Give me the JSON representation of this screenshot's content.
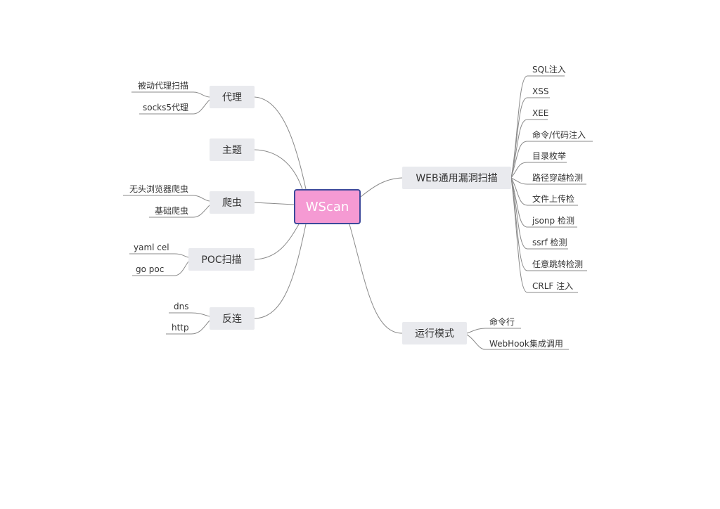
{
  "root": {
    "label": "WScan"
  },
  "left_branches": [
    {
      "label": "代理",
      "children": [
        "被动代理扫描",
        "socks5代理"
      ]
    },
    {
      "label": "主题",
      "children": []
    },
    {
      "label": "爬虫",
      "children": [
        "无头浏览器爬虫",
        "基础爬虫"
      ]
    },
    {
      "label": "POC扫描",
      "children": [
        "yaml cel",
        "go poc"
      ]
    },
    {
      "label": "反连",
      "children": [
        "dns",
        "http"
      ]
    }
  ],
  "right_branches": [
    {
      "label": "WEB通用漏洞扫描",
      "children": [
        "SQL注入",
        "XSS",
        "XEE",
        "命令/代码注入",
        "目录枚举",
        "路径穿越检测",
        "文件上传检",
        "jsonp 检测",
        "ssrf 检测",
        "任意跳转检测",
        "CRLF 注入"
      ]
    },
    {
      "label": "运行模式",
      "children": [
        "命令行",
        "WebHook集成调用"
      ]
    }
  ],
  "colors": {
    "root_fill": "#f59ad3",
    "root_border": "#3c4a9b",
    "branch_fill": "#e9eaee",
    "line": "#8a8a8a"
  }
}
